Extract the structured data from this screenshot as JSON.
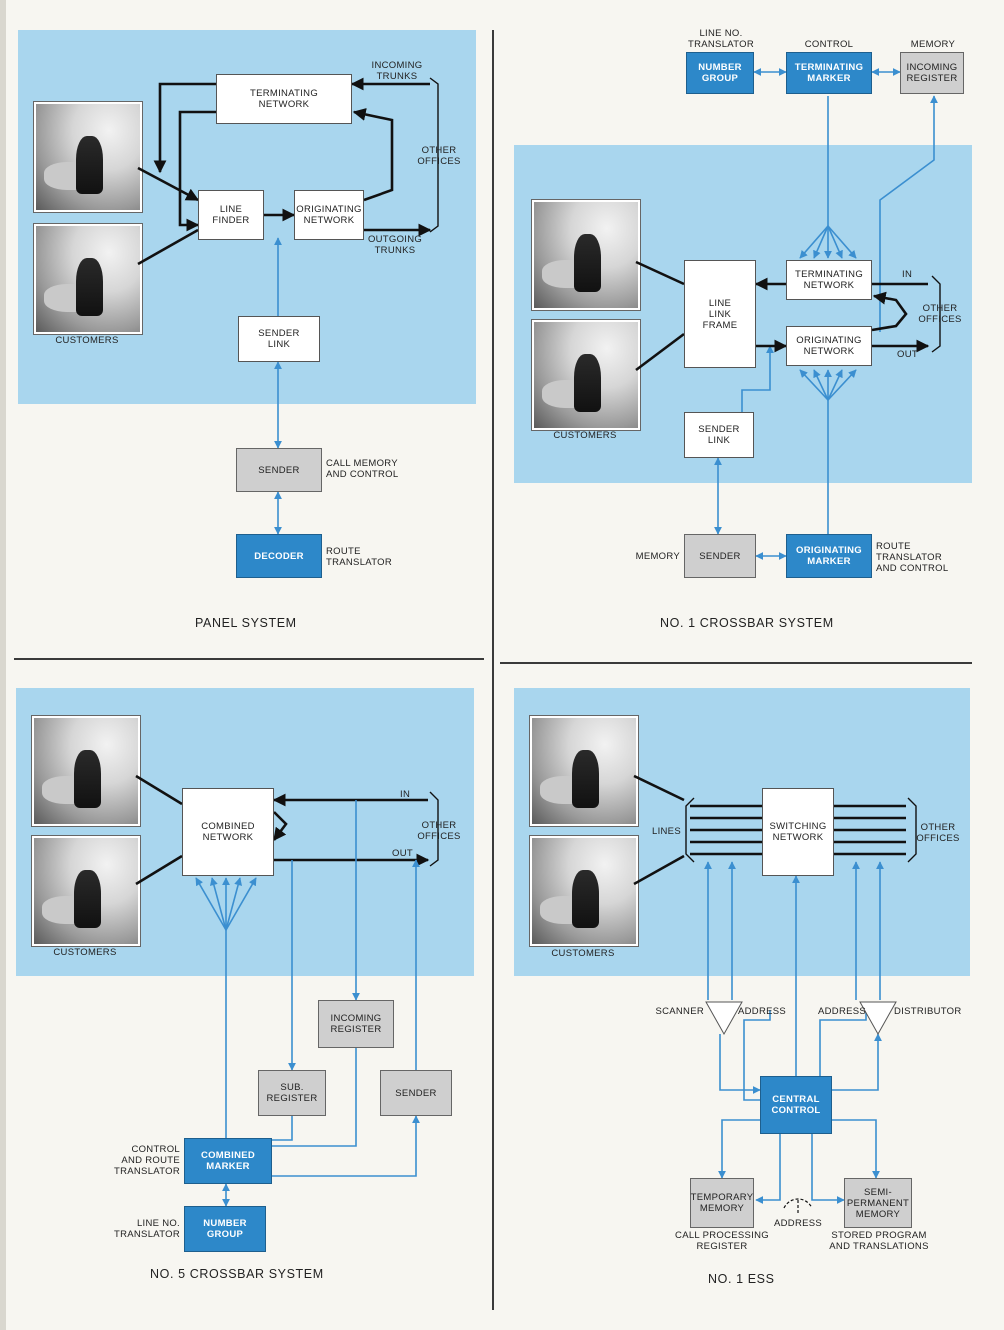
{
  "panel": {
    "title": "PANEL SYSTEM",
    "terminating_network": "TERMINATING\nNETWORK",
    "line_finder": "LINE\nFINDER",
    "originating_network": "ORIGINATING\nNETWORK",
    "sender_link": "SENDER\nLINK",
    "sender": "SENDER",
    "decoder": "DECODER",
    "incoming_trunks": "INCOMING\nTRUNKS",
    "outgoing_trunks": "OUTGOING\nTRUNKS",
    "other_offices": "OTHER\nOFFICES",
    "customers": "CUSTOMERS",
    "call_memory": "CALL MEMORY\nAND CONTROL",
    "route_translator": "ROUTE\nTRANSLATOR"
  },
  "crossbar1": {
    "title": "NO. 1 CROSSBAR SYSTEM",
    "line_no_translator": "LINE NO.\nTRANSLATOR",
    "control": "CONTROL",
    "memory_top": "MEMORY",
    "number_group": "NUMBER\nGROUP",
    "terminating_marker": "TERMINATING\nMARKER",
    "incoming_register": "INCOMING\nREGISTER",
    "line_link_frame": "LINE\nLINK\nFRAME",
    "terminating_network": "TERMINATING\nNETWORK",
    "originating_network": "ORIGINATING\nNETWORK",
    "in": "IN",
    "out": "OUT",
    "other_offices": "OTHER\nOFFICES",
    "customers": "CUSTOMERS",
    "sender_link": "SENDER\nLINK",
    "memory_bottom": "MEMORY",
    "sender": "SENDER",
    "originating_marker": "ORIGINATING\nMARKER",
    "route_translator": "ROUTE\nTRANSLATOR\nAND CONTROL"
  },
  "crossbar5": {
    "title": "NO. 5 CROSSBAR  SYSTEM",
    "combined_network": "COMBINED\nNETWORK",
    "in": "IN",
    "out": "OUT",
    "other_offices": "OTHER\nOFFICES",
    "customers": "CUSTOMERS",
    "incoming_register": "INCOMING\nREGISTER",
    "sub_register": "SUB.\nREGISTER",
    "sender": "SENDER",
    "combined_marker": "COMBINED\nMARKER",
    "control_route": "CONTROL\nAND ROUTE\nTRANSLATOR",
    "number_group": "NUMBER\nGROUP",
    "line_no_translator": "LINE NO.\nTRANSLATOR"
  },
  "ess": {
    "title": "NO. 1 ESS",
    "switching_network": "SWITCHING\nNETWORK",
    "lines": "LINES",
    "other_offices": "OTHER\nOFFICES",
    "customers": "CUSTOMERS",
    "scanner": "SCANNER",
    "address_left": "ADDRESS",
    "address_right": "ADDRESS",
    "distributor": "DISTRIBUTOR",
    "central_control": "CENTRAL\nCONTROL",
    "temporary_memory": "TEMPORARY\nMEMORY",
    "semi_permanent_memory": "SEMI-\nPERMANENT\nMEMORY",
    "address_bottom": "ADDRESS",
    "call_processing_register": "CALL PROCESSING\nREGISTER",
    "stored_program": "STORED PROGRAM\nAND TRANSLATIONS"
  },
  "colors": {
    "panel_background": "#a9d6ee",
    "blue_box": "#2d88c9",
    "gray_box": "#cfcfcf",
    "wire_blue": "#3b8fd0",
    "wire_black": "#111111"
  }
}
